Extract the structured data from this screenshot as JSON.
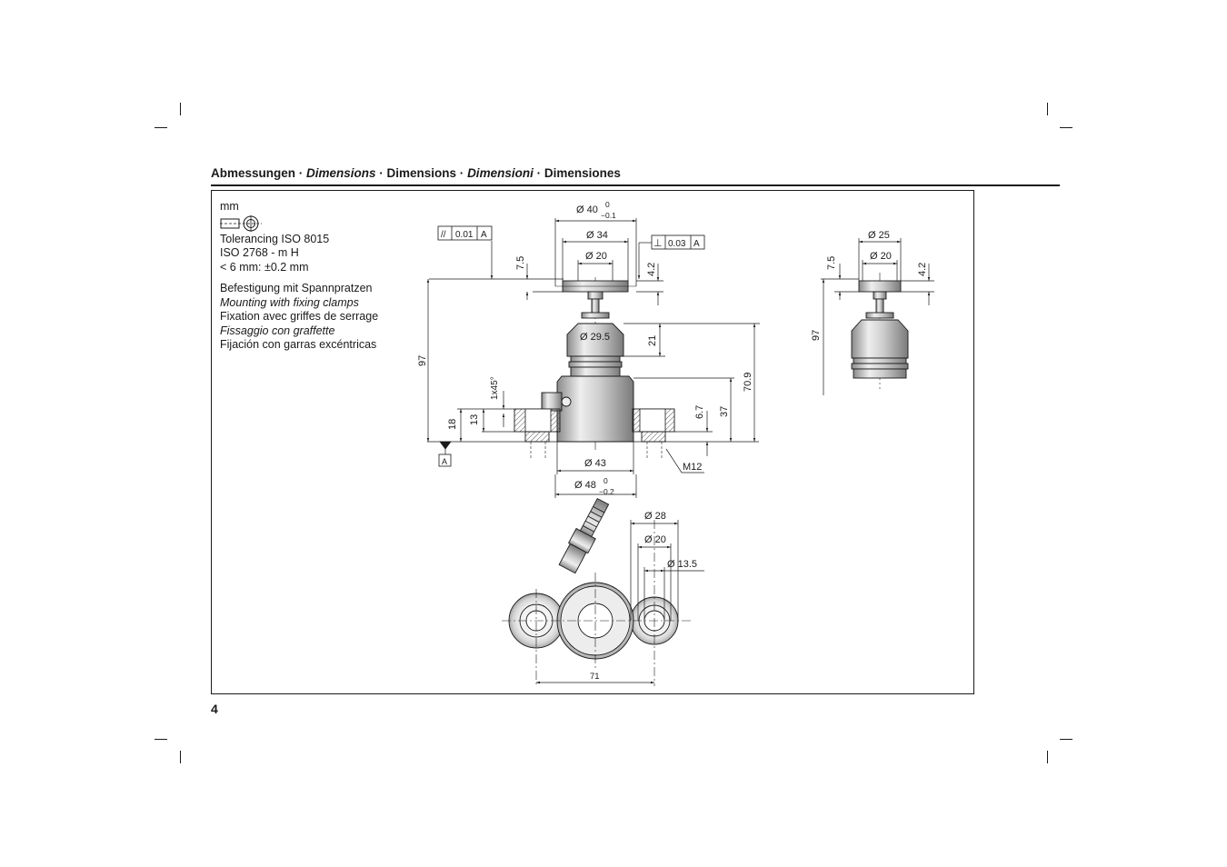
{
  "header": {
    "part1": "Abmessungen · ",
    "part2": "Dimensions",
    "part3": " · Dimensions · ",
    "part4": "Dimensioni",
    "part5": " · Dimensiones"
  },
  "notes": {
    "unit": "mm",
    "tol1": "Tolerancing ISO 8015",
    "tol2": "ISO 2768 - m H",
    "tol3": "< 6 mm: ±0.2 mm",
    "fix_de": "Befestigung mit Spannpratzen",
    "fix_en": "Mounting with fixing clamps",
    "fix_fr": "Fixation avec griffes de serrage",
    "fix_it": "Fissaggio con graffette",
    "fix_es": "Fijación con garras excéntricas"
  },
  "dims": {
    "d40": "Ø 40",
    "d40_up": "0",
    "d40_lo": "−0.1",
    "d34": "Ø 34",
    "d20a": "Ø 20",
    "d295": "Ø 29.5",
    "d43": "Ø 43",
    "d48": "Ø 48",
    "d48_up": "0",
    "d48_lo": "−0.2",
    "par_sym": "//",
    "par_val": "0.01",
    "par_ref": "A",
    "perp_sym": "⊥",
    "perp_val": "0.03",
    "perp_ref": "A",
    "datum": "A",
    "v75": "7.5",
    "v42": "4.2",
    "v97": "97",
    "v21": "21",
    "v709": "70.9",
    "v37": "37",
    "v67": "6.7",
    "v18": "18",
    "v13": "13",
    "chamfer": "1x45°",
    "m12": "M12",
    "r_d25": "Ø 25",
    "r_d20": "Ø 20",
    "r_v75": "7.5",
    "r_v42": "4.2",
    "r_v97": "97",
    "b_d28": "Ø 28",
    "b_d20": "Ø 20",
    "b_d135": "Ø 13.5",
    "b_71": "71"
  },
  "page": {
    "number": "4"
  }
}
